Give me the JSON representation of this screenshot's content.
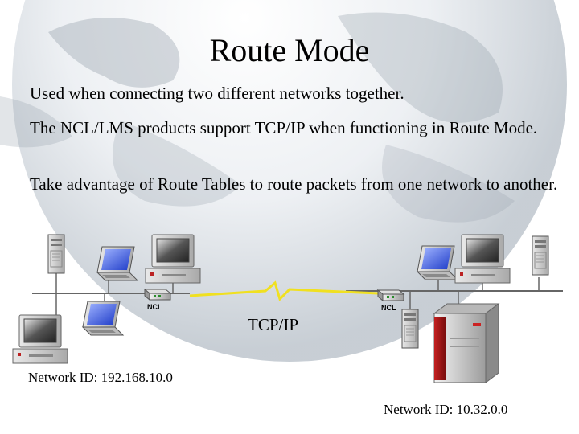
{
  "slide": {
    "title": "Route Mode",
    "bullets": [
      "Used when connecting two different networks together.",
      "The NCL/LMS products support TCP/IP when functioning in Route Mode.",
      "Take advantage of Route Tables to route packets from one network to another."
    ]
  },
  "diagram": {
    "link_label": "TCP/IP",
    "left_network": {
      "device_label": "NCL",
      "network_id": "Network ID:  192.168.10.0"
    },
    "right_network": {
      "device_label": "NCL",
      "network_id": "Network ID:  10.32.0.0"
    }
  }
}
